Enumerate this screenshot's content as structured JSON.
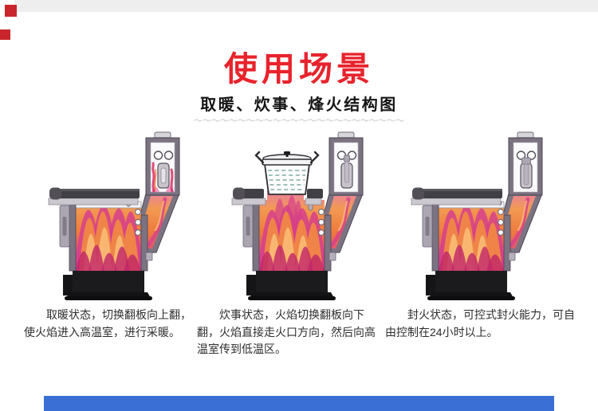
{
  "header": {
    "title": "使用场景",
    "title_color": "#e8232c",
    "subtitle": "取暖、炊事、烽火结构图",
    "subtitle_color": "#151515",
    "divider_text": "〜〜〜〜〜〜〜〜〜〜〜〜〜〜〜〜〜〜〜〜〜〜〜〜"
  },
  "scenes": [
    {
      "id": "heating",
      "variant": "heating",
      "caption": "取暖状态，切换翻板向上翻，使火焰进入高温室，进行采暖。"
    },
    {
      "id": "cooking",
      "variant": "cooking",
      "caption": "炊事状态，火焰切换翻板向下翻，火焰直接走火口方向，然后向高温室传到低温区。"
    },
    {
      "id": "sealed",
      "variant": "sealed",
      "caption": "封火状态，可控式封火能力，可自由控制在24小时以上。"
    }
  ],
  "decor": {
    "top_bar_color": "#eeeeee",
    "red_square_color": "#c9252c",
    "bottom_bar_color": "#3a70d6"
  },
  "palette": {
    "wall": "#7b7382",
    "wall_dark": "#4a4550",
    "stove_top": "#413f46",
    "shelf": "#cbc8cf",
    "base_black": "#1b1b1d",
    "door_gray": "#aba6b1",
    "slot_gray": "#c9c4cc",
    "pot_water": "#93b7b2",
    "flame_gradient": [
      "#e87da6",
      "#f29a52",
      "#ef7a3e",
      "#dd4b80",
      "#c62a78"
    ],
    "flame_magenta": "#d63f8c",
    "flame_orange": "#f08744",
    "flame_light": "#f9b873",
    "flame_deep": "#c12569",
    "flame_streak": "#d92a62"
  }
}
